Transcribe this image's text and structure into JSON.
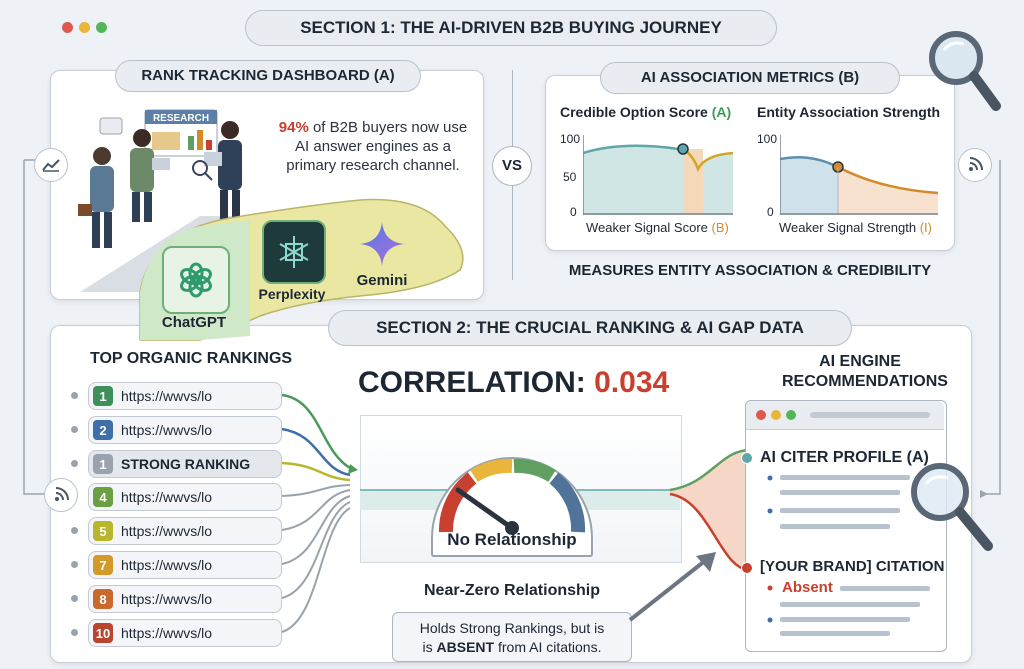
{
  "section1": {
    "title": "SECTION 1: THE AI-DRIVEN B2B BUYING JOURNEY",
    "dashboard_title": "RANK TRACKING DASHBOARD (A)",
    "research_sign": "RESEARCH",
    "stat_pct": "94%",
    "stat_line1": "of B2B buyers now use",
    "stat_line2": "AI answer engines as a",
    "stat_line3": "primary research channel.",
    "vs": "VS",
    "metrics_title": "AI ASSOCIATION METRICS (B)",
    "metrics_caption": "MEASURES ENTITY ASSOCIATION & CREDIBILITY",
    "chart1": {
      "title_main": "Credible Option Score",
      "title_suffix": "(A)",
      "ticks": [
        "100",
        "50",
        "0"
      ],
      "xlabel_main": "Weaker Signal Score",
      "xlabel_suffix": "(B)"
    },
    "chart2": {
      "title": "Entity Association Strength",
      "ticks": [
        "100",
        "0"
      ],
      "xlabel_main": "Weaker Signal Strength",
      "xlabel_suffix": "(I)"
    }
  },
  "engines": {
    "chatgpt": "ChatGPT",
    "perplexity": "Perplexity",
    "gemini": "Gemini"
  },
  "section2": {
    "title": "SECTION 2: THE CRUCIAL RANKING & AI GAP DATA",
    "rankings_title": "TOP ORGANIC RANKINGS",
    "correlation_label": "CORRELATION:",
    "correlation_value": "0.034",
    "gauge_label": "No Relationship",
    "gauge_caption": "Near-Zero Relationship",
    "note_line1": "Holds Strong Rankings, but is",
    "note_prefix": "is",
    "note_bold": "ABSENT",
    "note_suffix": "from AI citations.",
    "reco_title_1": "AI ENGINE",
    "reco_title_2": "RECOMMENDATIONS",
    "citer_profile": "AI CITER PROFILE (A)",
    "brand_citation": "[YOUR BRAND] CITATION",
    "absent": "Absent"
  },
  "rankings": [
    {
      "num": "1",
      "text": "https://wwvs/lo",
      "color": "#3f8f5a"
    },
    {
      "num": "2",
      "text": "https://wwvs/lo",
      "color": "#3f6fa8"
    },
    {
      "num": "1",
      "text": "STRONG RANKING",
      "color": "#9aa3ad"
    },
    {
      "num": "4",
      "text": "https://wwvs/lo",
      "color": "#6aa043"
    },
    {
      "num": "5",
      "text": "https://wwvs/lo",
      "color": "#b9b52c"
    },
    {
      "num": "7",
      "text": "https://wwvs/lo",
      "color": "#d39a2a"
    },
    {
      "num": "8",
      "text": "https://wwvs/lo",
      "color": "#c9692e"
    },
    {
      "num": "10",
      "text": "https://wwvs/lo",
      "color": "#b8452f"
    }
  ],
  "colors": {
    "accent_red": "#c8402f",
    "green": "#3f9a55",
    "orange": "#d38b2a",
    "teal": "#5ea6a8"
  }
}
